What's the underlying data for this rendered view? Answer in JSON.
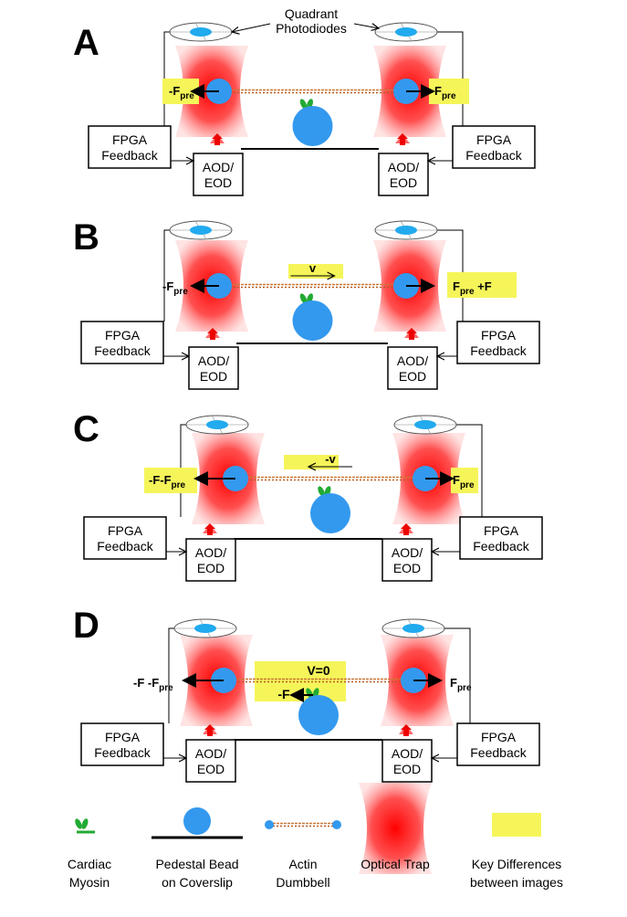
{
  "header": {
    "photodiode_label_1": "Quadrant",
    "photodiode_label_2": "Photodiodes"
  },
  "box_labels": {
    "fpga_1": "FPGA",
    "fpga_2": "Feedback",
    "aod_1": "AOD/",
    "aod_2": "EOD"
  },
  "colors": {
    "highlight": "#f5f55a",
    "trap": "#ff1a1a",
    "bead": "#3399ee",
    "myosin": "#22aa33",
    "actin": "#cc7733"
  },
  "panels": [
    {
      "letter": "A",
      "left": {
        "prefix": "-F",
        "sub": "pre",
        "suffix": ""
      },
      "right": {
        "prefix": "F",
        "sub": "pre",
        "suffix": ""
      },
      "velocity": "",
      "myosin_force": ""
    },
    {
      "letter": "B",
      "left": {
        "prefix": "-F",
        "sub": "pre",
        "suffix": ""
      },
      "right": {
        "prefix": "F",
        "sub": "pre",
        "suffix": " +F"
      },
      "velocity": "v",
      "myosin_force": ""
    },
    {
      "letter": "C",
      "left": {
        "prefix": "-F-F",
        "sub": "pre",
        "suffix": ""
      },
      "right": {
        "prefix": "F",
        "sub": "pre",
        "suffix": ""
      },
      "velocity": "-v",
      "myosin_force": ""
    },
    {
      "letter": "D",
      "left": {
        "prefix": "-F  -F",
        "sub": "pre",
        "suffix": ""
      },
      "right": {
        "prefix": "F",
        "sub": "pre",
        "suffix": ""
      },
      "velocity": "V=0",
      "myosin_force": "-F"
    }
  ],
  "legend": [
    {
      "key": "myosin",
      "line1": "Cardiac",
      "line2": "Myosin"
    },
    {
      "key": "pedestal",
      "line1": "Pedestal Bead",
      "line2": "on Coverslip"
    },
    {
      "key": "dumbbell",
      "line1": "Actin",
      "line2": "Dumbbell"
    },
    {
      "key": "trap",
      "line1": "Optical Trap",
      "line2": ""
    },
    {
      "key": "highlight",
      "line1": "Key Differences",
      "line2": "between images"
    }
  ]
}
